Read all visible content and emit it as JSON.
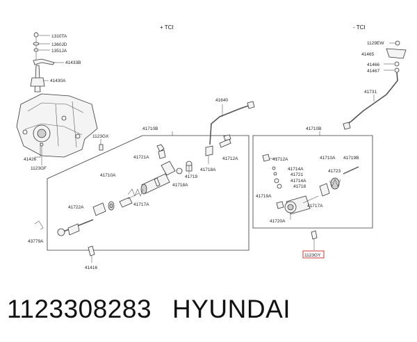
{
  "headers": {
    "with_tci": "+ TCI",
    "without_tci": "- TCI"
  },
  "left_column": [
    "1310TA",
    "1360JD",
    "1351JA",
    "41433B",
    "41430A",
    "41426",
    "1123GF"
  ],
  "left_box": {
    "title": "41710B",
    "labels": [
      "1123GX",
      "41721A",
      "41710A",
      "41722A",
      "41717A",
      "41718A",
      "41719",
      "43779A",
      "41416"
    ]
  },
  "tube": {
    "labels": [
      "41640",
      "41718A",
      "41712A"
    ]
  },
  "right_box": {
    "title": "41710B",
    "labels": [
      "41712A",
      "41714A",
      "41721",
      "41714A",
      "41718",
      "41719A",
      "41720A",
      "41710A",
      "41723",
      "41719B",
      "41717A"
    ]
  },
  "top_right": [
    "1129EW",
    "41465",
    "41466",
    "41467",
    "41731"
  ],
  "highlight": {
    "label": "1123GY",
    "color": "#cc2222"
  },
  "footer": {
    "part_number": "1123308283",
    "brand": "HYUNDAI"
  }
}
